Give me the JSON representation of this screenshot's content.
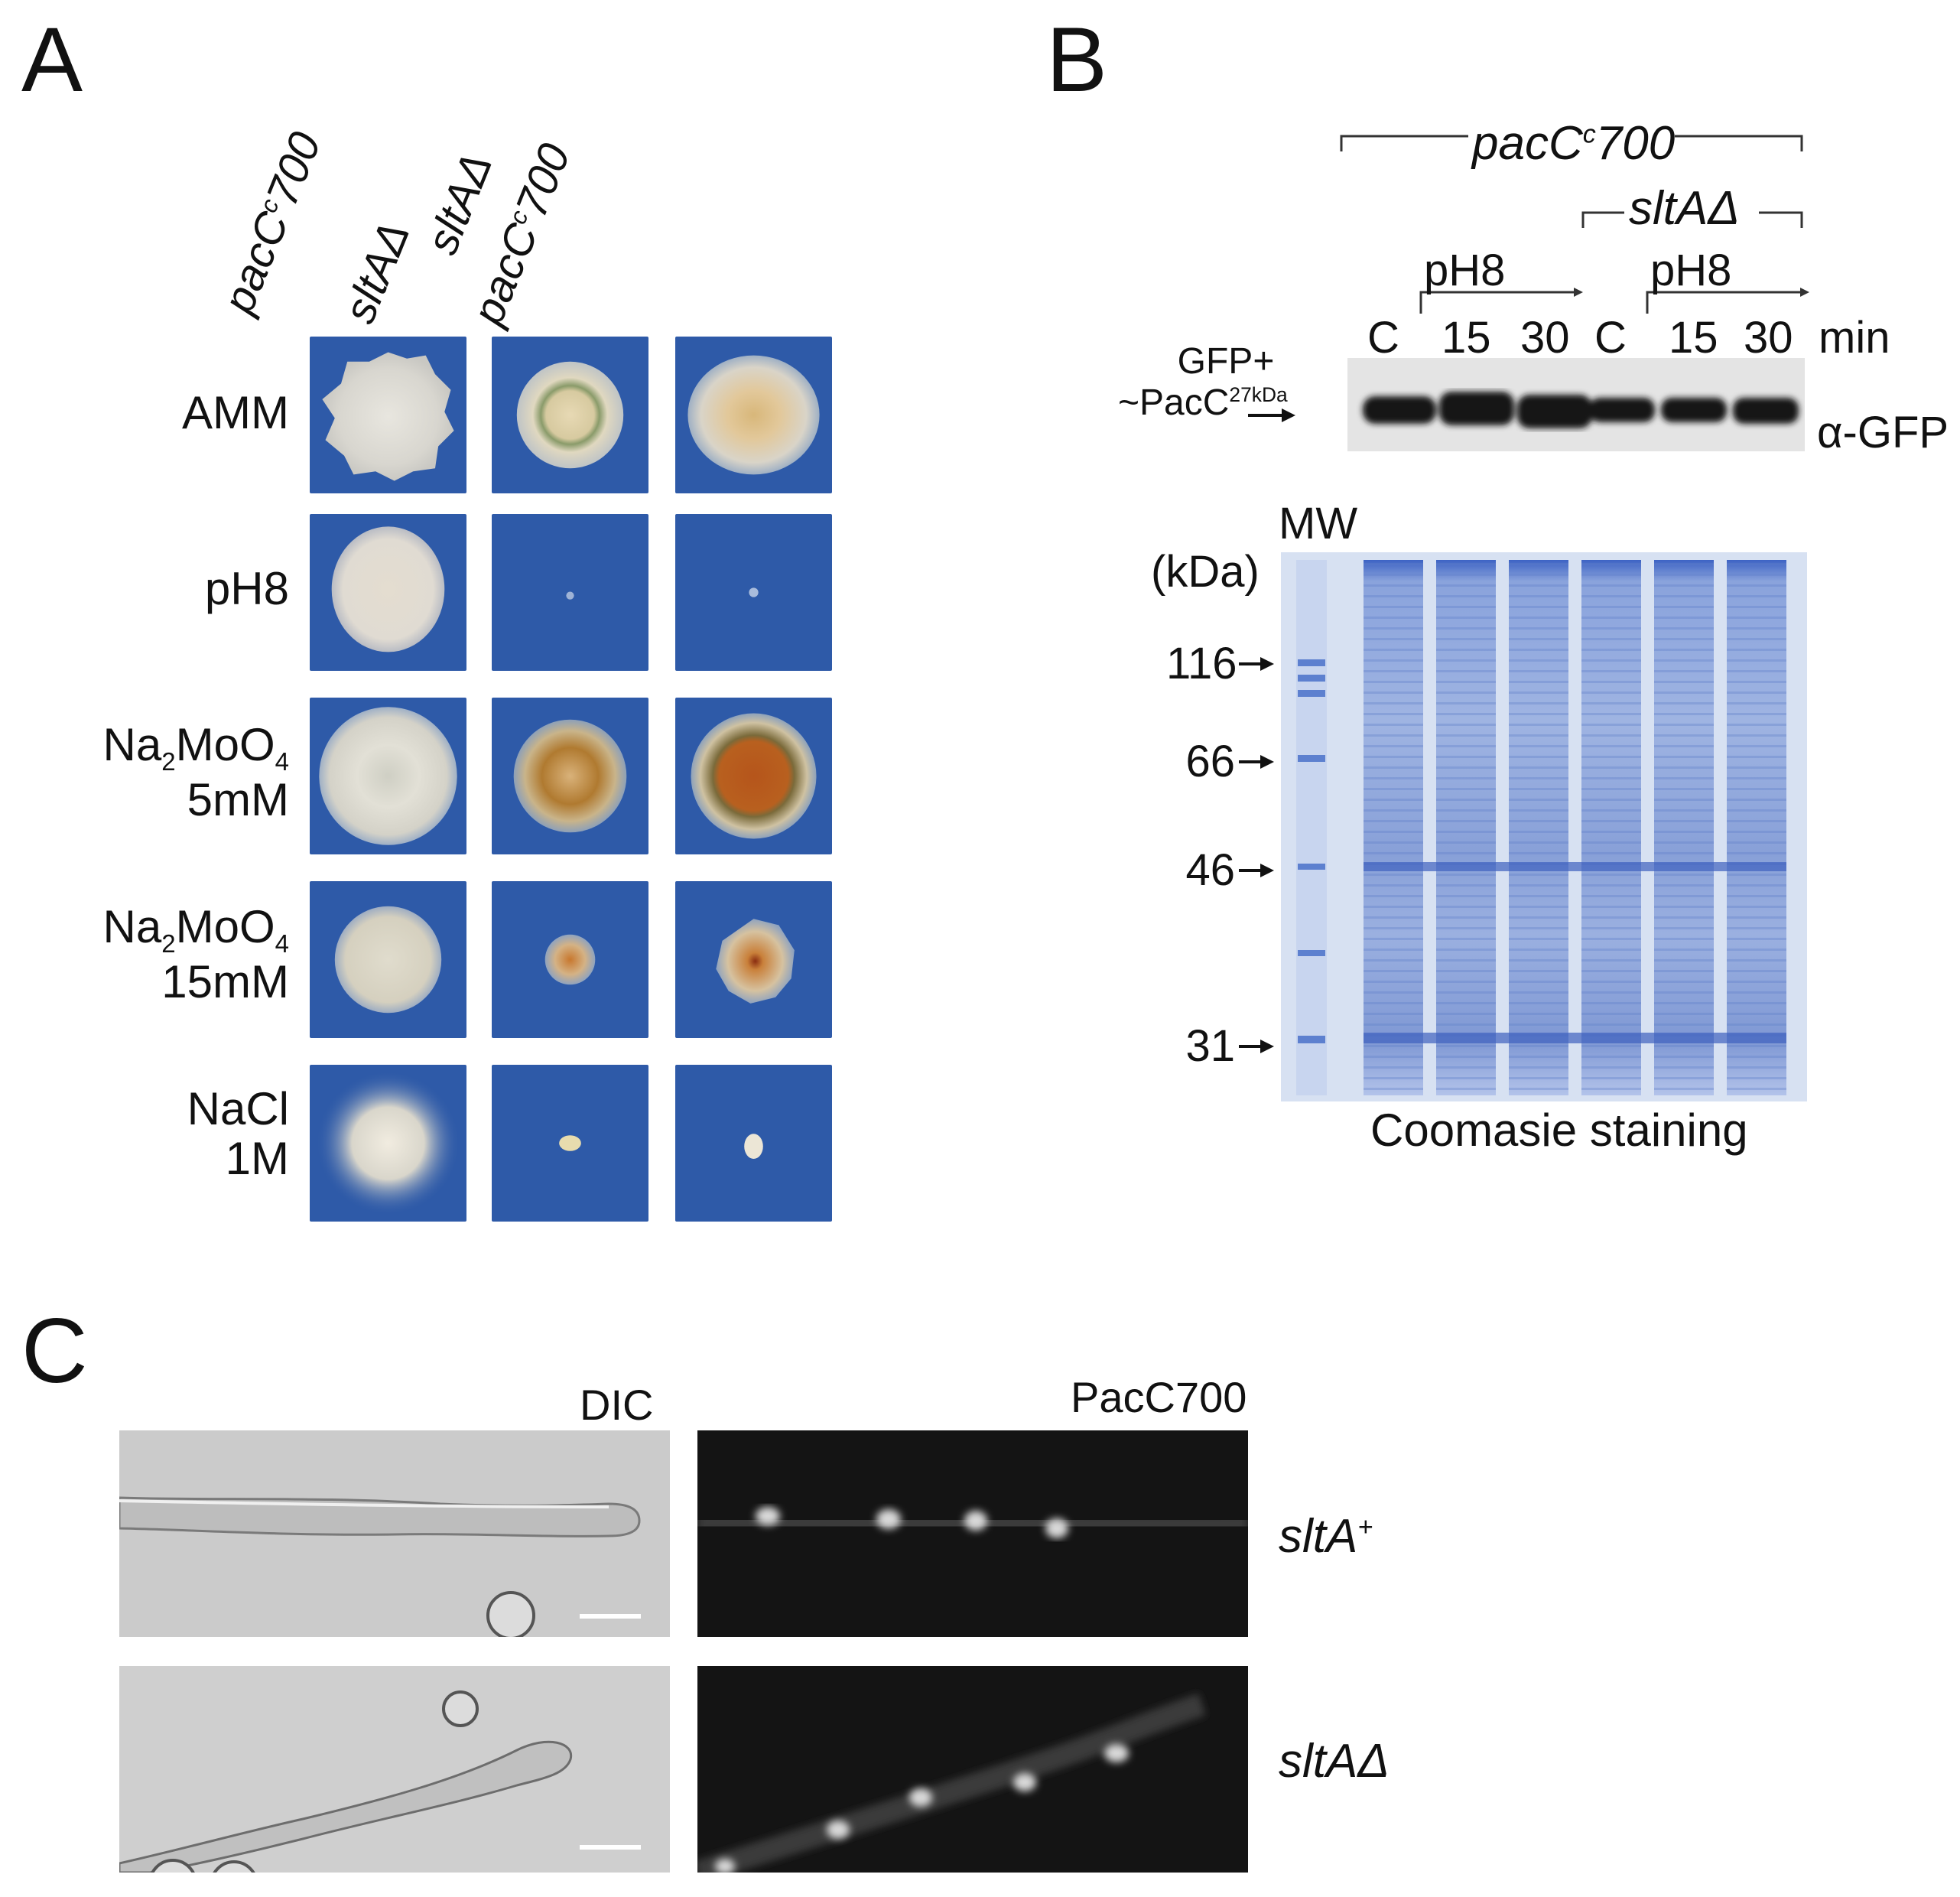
{
  "panel_A": {
    "letter": "A",
    "col1": {
      "pre": "pacC",
      "sup": "c",
      "post": "700"
    },
    "col2": "sltAΔ",
    "col3_line1": "sltAΔ",
    "col3_line2": {
      "pre": "pacC",
      "sup": "c",
      "post": "700"
    },
    "rows": [
      {
        "line1": "AMM",
        "line2": ""
      },
      {
        "line1": "pH8",
        "line2": ""
      },
      {
        "line1": {
          "pre": "Na",
          "sub1": "2",
          "mid": "MoO",
          "sub2": "4"
        },
        "line2": "5mM"
      },
      {
        "line1": {
          "pre": "Na",
          "sub1": "2",
          "mid": "MoO",
          "sub2": "4"
        },
        "line2": "15mM"
      },
      {
        "line1": "NaCl",
        "line2": "1M"
      }
    ]
  },
  "panel_B": {
    "letter": "B",
    "top_bracket": {
      "pre": "pacC",
      "sup": "c",
      "post": "700"
    },
    "sub_bracket": "sltAΔ",
    "ph_label_1": "pH8",
    "ph_label_2": "pH8",
    "lanes": [
      "C",
      "15",
      "30",
      "C",
      "15",
      "30"
    ],
    "time_unit": "min",
    "band_label_1": "GFP+",
    "band_label_2": {
      "pre": "~PacC",
      "sup": "27kDa"
    },
    "antibody": "α-GFP",
    "mw_label": "MW",
    "kda_label": "(kDa)",
    "markers": [
      "116",
      "66",
      "46",
      "31"
    ],
    "gel_caption": "Coomasie staining"
  },
  "panel_C": {
    "letter": "C",
    "col1_label": "DIC",
    "col2_label": "PacC700",
    "row1_label": {
      "pre": "sltA",
      "sup": "+"
    },
    "row2_label": "sltAΔ"
  }
}
